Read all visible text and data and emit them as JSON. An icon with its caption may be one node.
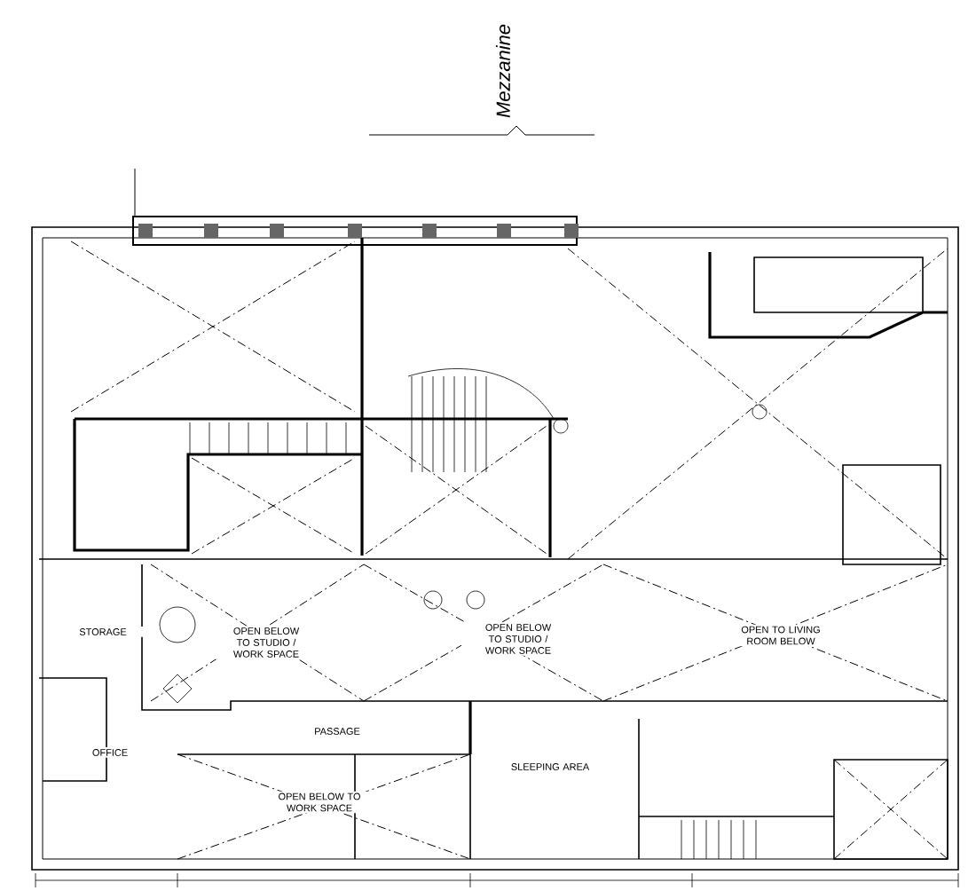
{
  "diagram": {
    "title": "Mezzanine",
    "labels": [
      "STORAGE",
      "OPEN BELOW TO STUDIO / WORK SPACE",
      "OPEN BELOW TO STUDIO / WORK SPACE",
      "OPEN TO LIVING ROOM BELOW",
      "OFFICE",
      "PASSAGE",
      "OPEN BELOW TO WORK SPACE",
      "SLEEPING AREA"
    ]
  }
}
